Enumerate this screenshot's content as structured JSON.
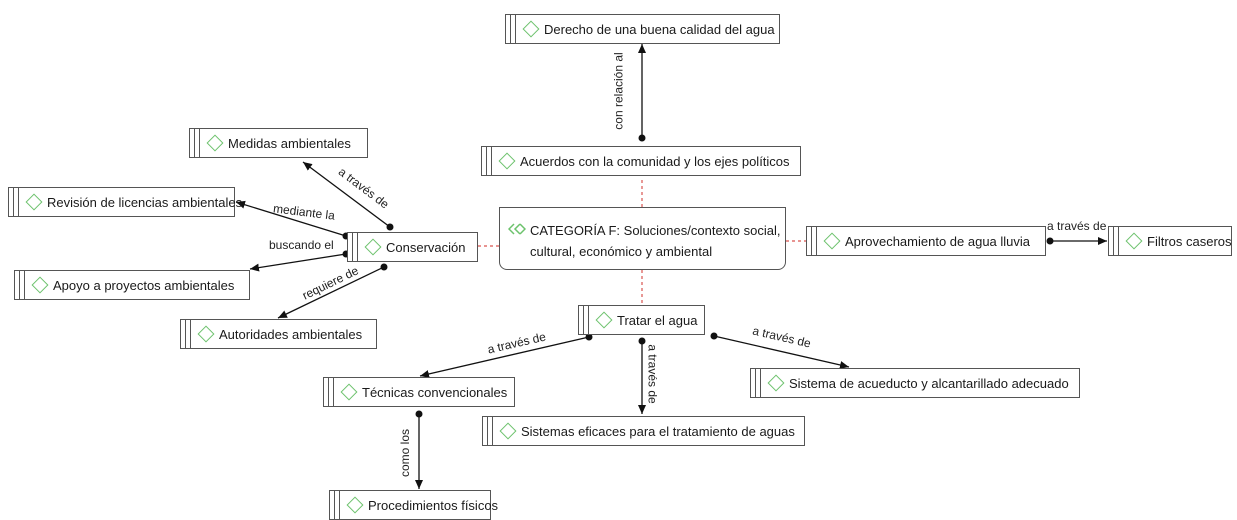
{
  "central": {
    "line1": "CATEGORÍA F: Soluciones/contexto social,",
    "line2": "cultural, económico y ambiental"
  },
  "nodes": {
    "derecho": "Derecho de una buena calidad del agua",
    "acuerdos": "Acuerdos con la comunidad y los ejes políticos",
    "medidas": "Medidas ambientales",
    "revision": "Revisión de licencias ambientales",
    "conservacion": "Conservación",
    "apoyo": "Apoyo a proyectos ambientales",
    "autoridades": "Autoridades ambientales",
    "aprovechamiento": "Aprovechamiento de agua lluvia",
    "filtros": "Filtros caseros",
    "tratar": "Tratar el agua",
    "tecnicas": "Técnicas convencionales",
    "sistema_acueducto": "Sistema de acueducto y alcantarillado adecuado",
    "sistemas_eficaces": "Sistemas eficaces para el tratamiento de aguas",
    "procedimientos": "Procedimientos físicos"
  },
  "edge_labels": {
    "con_relacion": "con relación al",
    "medidas": "a través de",
    "revision": "mediante la",
    "apoyo": "buscando el",
    "autoridades": "requiere de",
    "filtros": "a través de",
    "tecnicas": "a través de",
    "eficaces": "a través de",
    "acueducto": "a través de",
    "procedimientos": "como los"
  },
  "colors": {
    "icon": "#6cc26c",
    "link_dashed": "#d9534f",
    "arrow": "#111111"
  }
}
